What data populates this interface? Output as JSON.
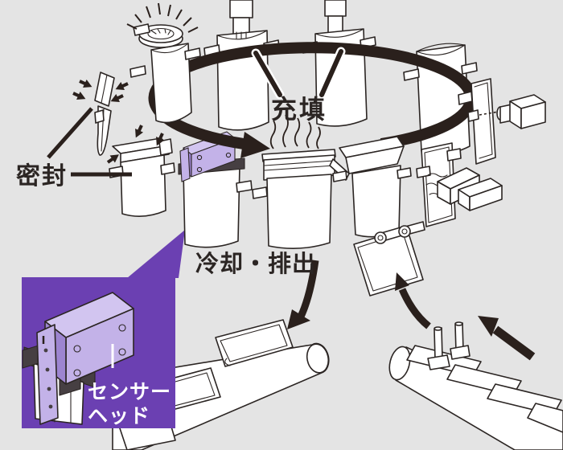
{
  "labels": {
    "filling": "充填",
    "sealing": "密封",
    "cooling_discharge": "冷却・排出",
    "sensor_head_line1": "センサー",
    "sensor_head_line2": "ヘッド"
  },
  "colors": {
    "background": "#e4e4e4",
    "outline": "#2b2523",
    "arrow_black": "#2a201c",
    "highlight_purple": "#6b40b2",
    "sensor_lavender": "#c3b2e8",
    "sensor_lavender_top": "#d2c5f0",
    "sensor_lavender_dark": "#9d85d0",
    "seal_bar_gray": "#463f42"
  }
}
